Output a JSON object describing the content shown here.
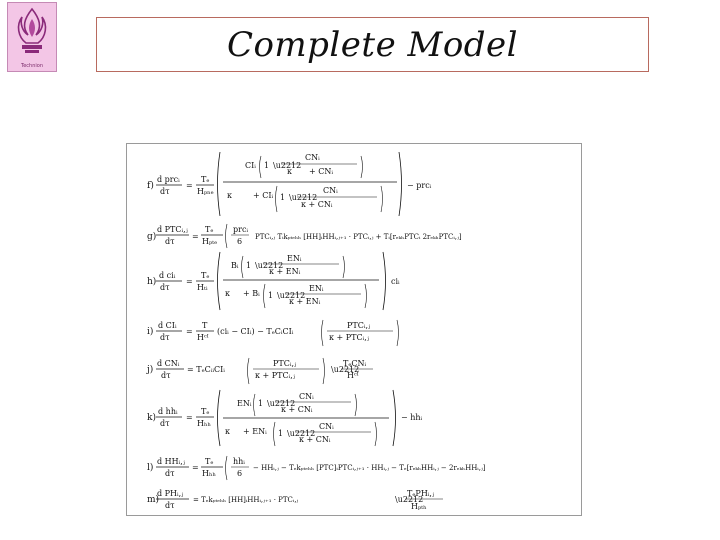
{
  "slide": {
    "title": "Complete Model",
    "logo_caption": "Technion"
  },
  "equations": {
    "labels": [
      "f)",
      "g)",
      "h)",
      "i)",
      "j)",
      "k)",
      "l)",
      "m)"
    ],
    "f": {
      "lhs_num": "d prcᵢ",
      "lhs_den": "dτ",
      "coef_num": "Tₑ",
      "coef_den": "Hₚₙₑ",
      "top_term": "CIᵢ",
      "top_inner_num": "CNᵢ",
      "top_inner_den_a": "κ",
      "top_inner_den_b": "+ CNᵢ",
      "bot_term_a": "κ",
      "bot_term_b": "+ CIᵢ",
      "bot_inner_num": "CNᵢ",
      "bot_inner_den": "κ + CNᵢ",
      "tail": "− prcᵢ"
    },
    "g": {
      "lhs_num": "d PTCᵢ,ⱼ",
      "lhs_den": "dτ",
      "coef_num": "Tₑ",
      "coef_den": "Hₚₜₑ",
      "frac_num": "prcᵢ",
      "frac_den": "6",
      "rest": "PTCᵢ,ⱼ  Tᵢkₚₜₑₕₕ [HH]ᵢHHᵢ,ⱼ₊₁ · PTCᵢ,ⱼ + Tᵢ[rₑₖₕPTCᵢ  2rₑₖₕPTCᵢ,ⱼ]"
    },
    "h": {
      "lhs_num": "d ciᵢ",
      "lhs_den": "dτ",
      "coef_num": "Tₑ",
      "coef_den": "Hₜᵢ",
      "top_a": "Bᵢ",
      "top_inner_num": "ENᵢ",
      "top_inner_den": "κ + ENᵢ",
      "bot_a": "κ",
      "bot_b": "+ Bᵢ",
      "bot_inner_num": "ENᵢ",
      "bot_inner_den": "κ + ENᵢ",
      "tail": "ciᵢ"
    },
    "i": {
      "lhs_num": "d CIᵢ",
      "lhs_den": "dτ",
      "coef_num": "T",
      "coef_den": "Hᶜᴵ",
      "mid": "(ciᵢ − CIᵢ) − TₑCᵢCIᵢ",
      "frac_num": "PTCᵢ,ⱼ",
      "frac_den": "κ + PTCᵢ,ⱼ"
    },
    "j": {
      "lhs_num": "d CNᵢ",
      "lhs_den": "dτ",
      "mid": "= TₑCᵢᵢCIᵢ",
      "frac_num": "PTCᵢ,ⱼ",
      "frac_den": "κ + PTCᵢ,ⱼ",
      "tail_num": "TₑCNᵢ",
      "tail_den": "Hᶜᴵ"
    },
    "k": {
      "lhs_num": "d hhᵢ",
      "lhs_den": "dτ",
      "coef_num": "Tₑ",
      "coef_den": "Hₕₕ",
      "top_a": "ENᵢ",
      "top_inner_num": "CNᵢ",
      "top_inner_den": "κ + CNᵢ",
      "bot_a": "κ",
      "bot_b": "+ ENᵢ",
      "bot_inner_num": "CNᵢ",
      "bot_inner_den": "κ + CNᵢ",
      "tail": "− hhᵢ"
    },
    "l": {
      "lhs_num": "d HHᵢ,ⱼ",
      "lhs_den": "dτ",
      "coef_num": "Tₑ",
      "coef_den": "Hₕₕ",
      "frac_num": "hhᵢ",
      "frac_den": "6",
      "rest": "− HHᵢ,ⱼ  − Tₑkₚₜₑₕₕ [PTC]ᵢPTCᵢ,ⱼ₊₁ · HHᵢ,ⱼ − Tₑ[rₑₖₕHHᵢ,ⱼ − 2rₑₖₕHHᵢ,ⱼ]"
    },
    "m": {
      "lhs_num": "d PHᵢ,ⱼ",
      "lhs_den": "dτ",
      "mid": "= Tₑkₚₜₑₕₕ [HH]ᵢHHᵢ,ⱼ₊₁ · PTCᵢ,ⱼ",
      "tail_num": "TₑPHᵢ,ⱼ",
      "tail_den": "Hₚₜₕ"
    }
  }
}
